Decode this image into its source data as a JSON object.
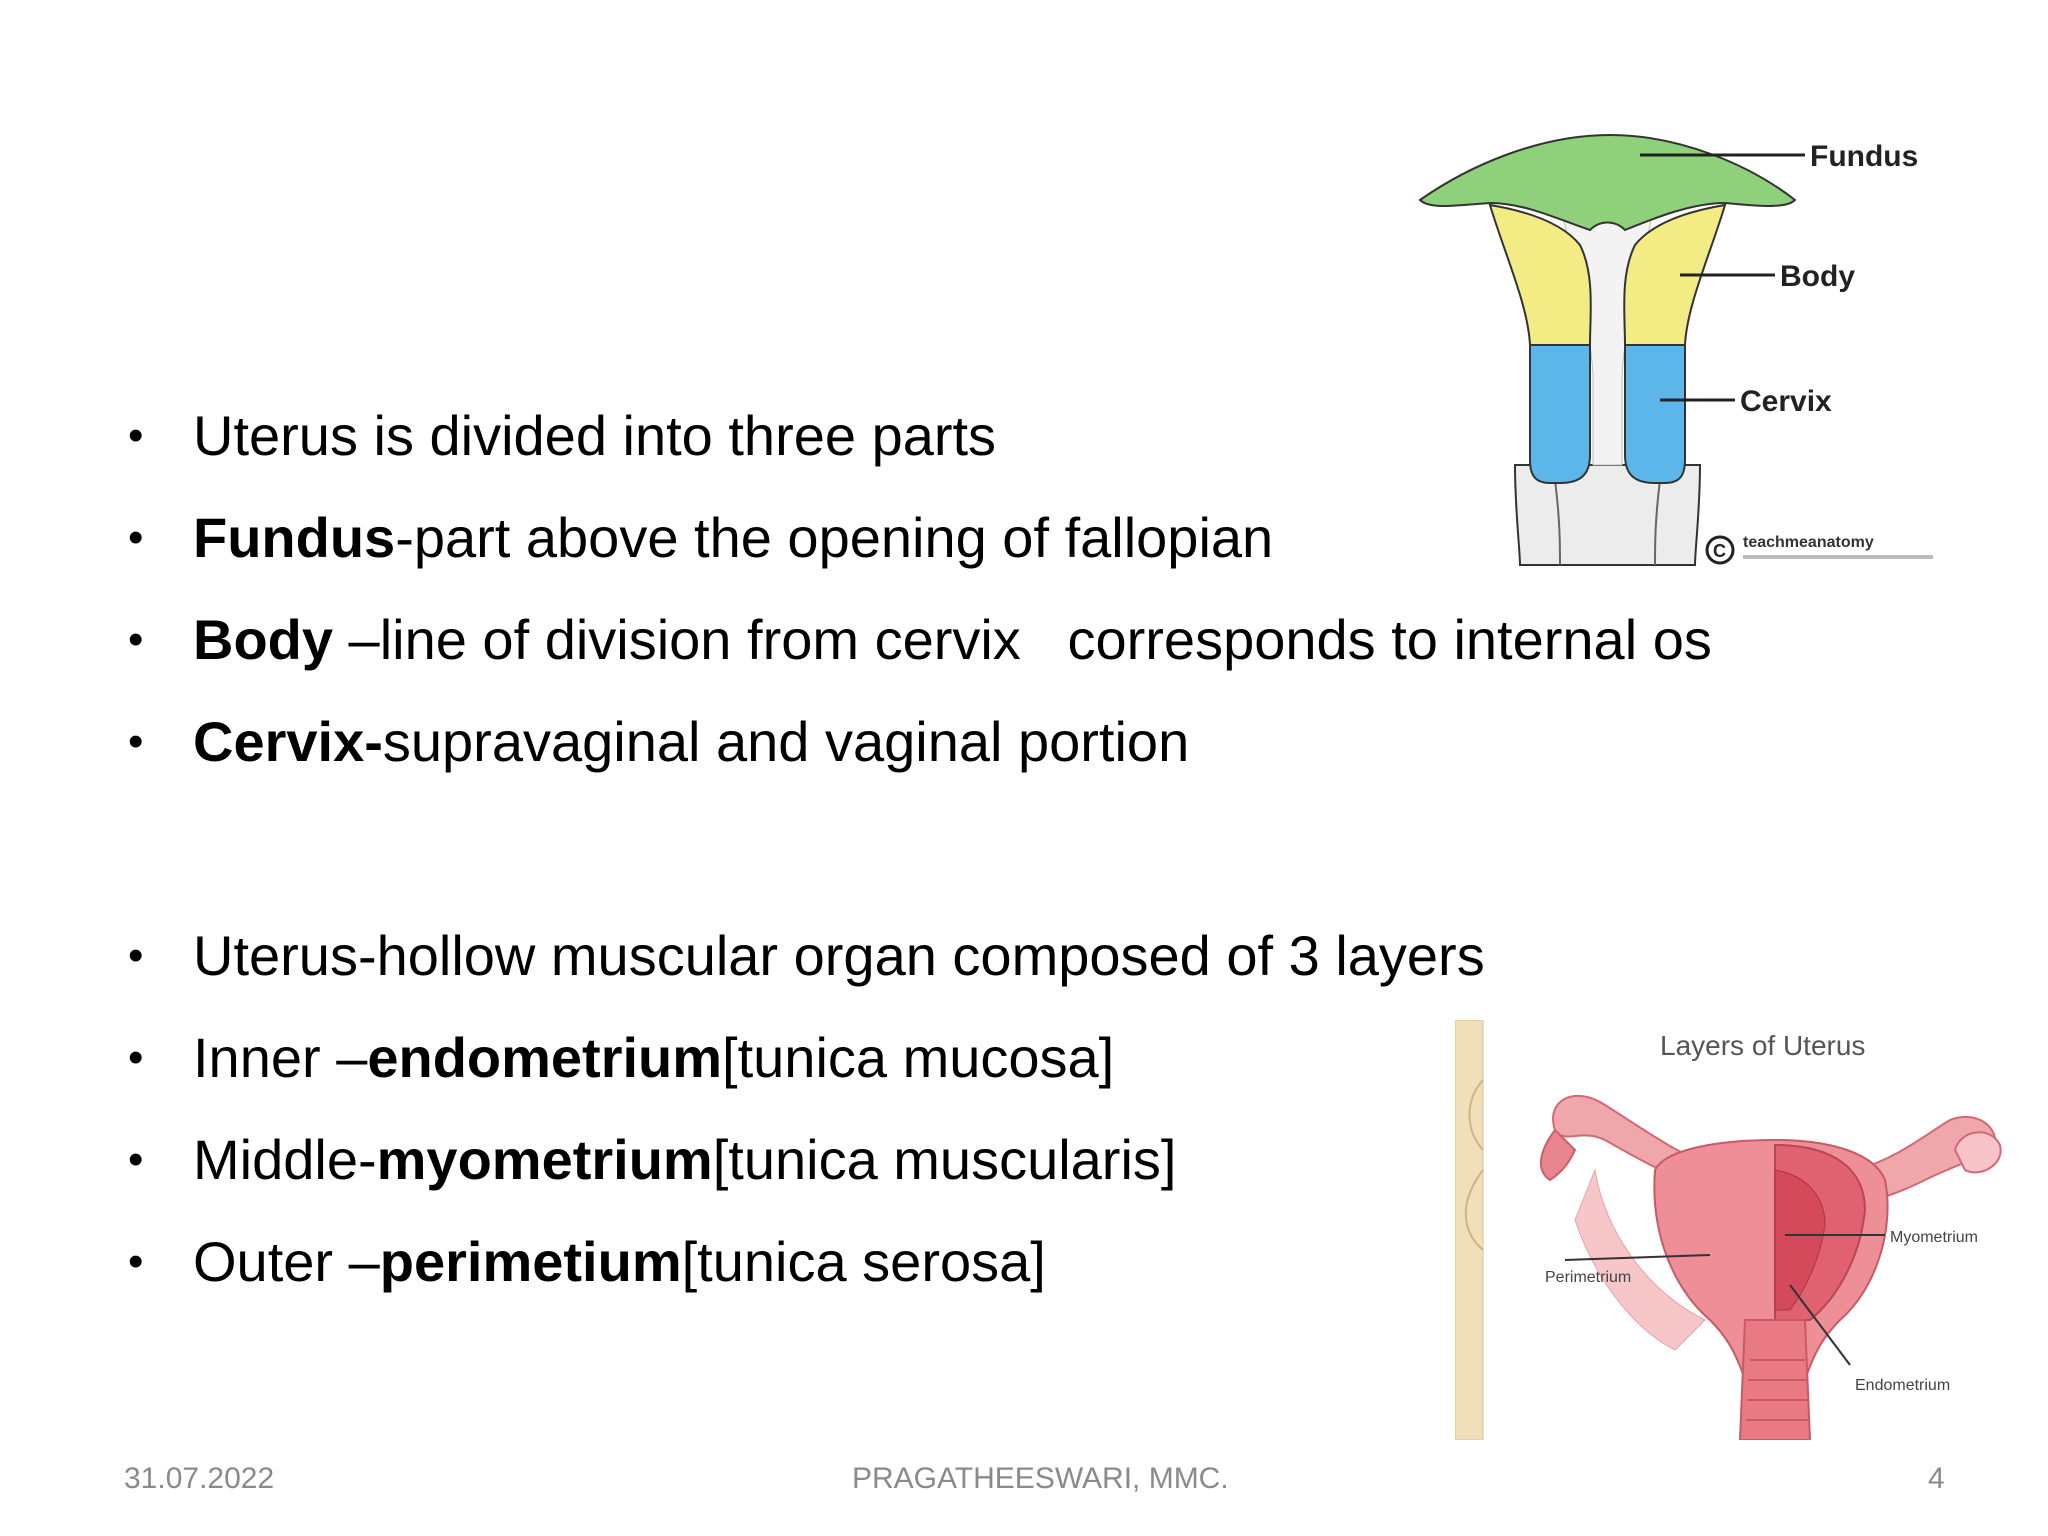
{
  "slide": {
    "section1": [
      {
        "bold": "",
        "text": "Uterus is divided into three parts"
      },
      {
        "bold": "Fundus",
        "text": "-part above the opening of fallopian"
      },
      {
        "bold": "Body",
        "text": " –line of division from cervix   corresponds to internal os"
      },
      {
        "bold": "Cervix-",
        "text": "supravaginal and vaginal portion"
      }
    ],
    "section2": [
      {
        "pre": "Uterus-hollow muscular organ composed of 3 layers",
        "bold": "",
        "post": ""
      },
      {
        "pre": "Inner –",
        "bold": "endometrium",
        "post": "[tunica mucosa]"
      },
      {
        "pre": "Middle-",
        "bold": "myometrium",
        "post": "[tunica muscularis]"
      },
      {
        "pre": "Outer –",
        "bold": "perimetium",
        "post": "[tunica serosa]"
      }
    ],
    "bullet_symbol": "•"
  },
  "figure_parts": {
    "fundus": "Fundus",
    "body": "Body",
    "cervix": "Cervix",
    "watermark": "teachmeanatomy",
    "colors": {
      "fundus": "#8fd07a",
      "body": "#f3ec85",
      "cervix": "#5cb6ea"
    }
  },
  "figure_layers": {
    "title": "Layers of Uterus",
    "myometrium": "Myometrium",
    "perimetrium": "Perimetrium",
    "endometrium": "Endometrium"
  },
  "footer": {
    "date": "31.07.2022",
    "author": "PRAGATHEESWARI, MMC.",
    "page": "4"
  }
}
